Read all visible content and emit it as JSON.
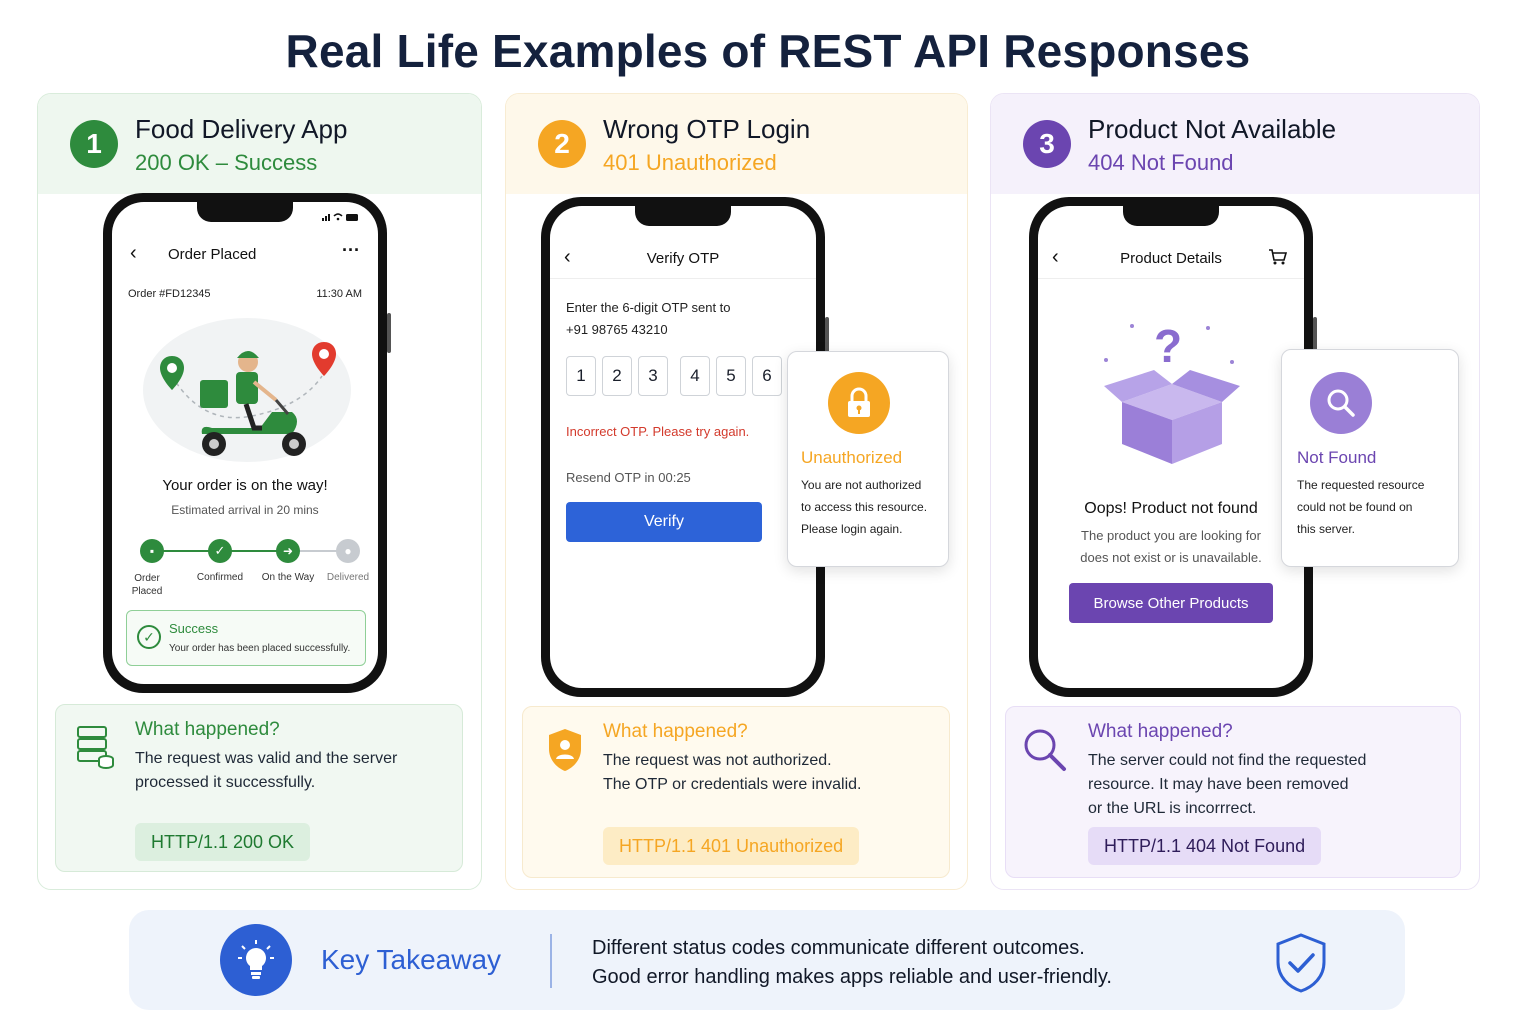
{
  "title": "Real Life Examples of REST API Responses",
  "colors": {
    "green": "#2e8b3d",
    "orange": "#f5a623",
    "purple": "#6b45b0",
    "blue": "#2d5fd3",
    "red": "#d33a2c"
  },
  "cards": [
    {
      "number": "1",
      "title": "Food Delivery App",
      "status": "200 OK – Success",
      "phone": {
        "header": "Order Placed",
        "order_id": "Order #FD12345",
        "time": "11:30 AM",
        "headline": "Your order is on the way!",
        "eta": "Estimated arrival in 20 mins",
        "steps": [
          "Order Placed",
          "Confirmed",
          "On the Way",
          "Delivered"
        ],
        "success_title": "Success",
        "success_text": "Your order has been placed successfully."
      },
      "what_title": "What happened?",
      "what_text_1": "The request was valid and the server",
      "what_text_2": "processed it successfully.",
      "http": "HTTP/1.1  200 OK"
    },
    {
      "number": "2",
      "title": "Wrong OTP Login",
      "status": "401 Unauthorized",
      "phone": {
        "header": "Verify OTP",
        "prompt_1": "Enter the 6-digit OTP sent to",
        "prompt_2": "+91 98765 43210",
        "digits": [
          "1",
          "2",
          "3",
          "4",
          "5",
          "6"
        ],
        "error": "Incorrect OTP. Please try again.",
        "resend": "Resend OTP in 00:25",
        "button": "Verify"
      },
      "popup": {
        "title": "Unauthorized",
        "line1": "You are not authorized",
        "line2": "to access this resource.",
        "line3": "Please login again."
      },
      "what_title": "What happened?",
      "what_text_1": "The request was not authorized.",
      "what_text_2": "The OTP or credentials were invalid.",
      "http": "HTTP/1.1  401 Unauthorized"
    },
    {
      "number": "3",
      "title": "Product Not Available",
      "status": "404 Not Found",
      "phone": {
        "header": "Product Details",
        "headline": "Oops! Product not found",
        "sub_1": "The product you are looking for",
        "sub_2": "does not exist or is unavailable.",
        "button": "Browse Other Products"
      },
      "popup": {
        "title": "Not Found",
        "line1": "The requested resource",
        "line2": "could not be found on",
        "line3": "this server."
      },
      "what_title": "What happened?",
      "what_text_1": "The server could not find the requested",
      "what_text_2": "resource. It may have been removed",
      "what_text_3": "or the URL is incorrrect.",
      "http": "HTTP/1.1  404 Not Found"
    }
  ],
  "takeaway": {
    "label": "Key Takeaway",
    "line1": "Different status codes communicate different outcomes.",
    "line2": "Good error handling makes apps reliable and user-friendly."
  }
}
